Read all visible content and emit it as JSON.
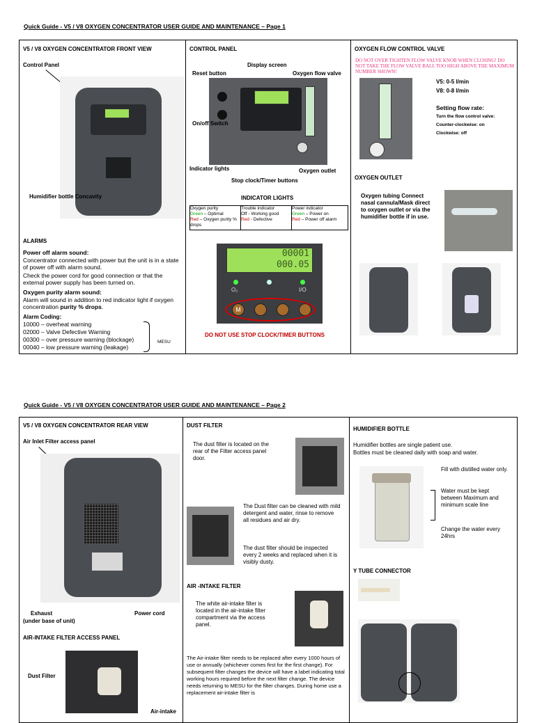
{
  "page1": {
    "header": "Quick Guide - V5 / V8 OXYGEN CONCENTRATOR USER GUIDE AND MAINTENANCE – Page 1",
    "front": {
      "title": "V5 / V8 OXYGEN CONCENTRATOR FRONT VIEW",
      "control_panel": "Control Panel",
      "humidifier": "Humidifier bottle Concavity",
      "alarms_title": "ALARMS",
      "power_off_title": "Power off alarm sound:",
      "power_off_text": "Concentrator connected with power but the unit is in a state of power off with alarm sound.",
      "power_off_text2": "Check the power cord for good connection or that the external power supply has been turned on.",
      "purity_title": "Oxygen purity alarm sound:",
      "purity_text_a": "Alarm will sound in addition to red indicator light if oxygen concentration ",
      "purity_text_b": "purity % drops",
      "purity_text_c": ".",
      "coding_title": "Alarm Coding:",
      "codes": [
        "10000 – overheat warning",
        "02000 – Valve Defective Warning",
        "00300 – over pressure warning (blockage)",
        "00040 – low pressure warning (leakage)"
      ],
      "mesu": "MESU"
    },
    "control": {
      "title": "CONTROL PANEL",
      "display_screen": "Display screen",
      "reset_button": "Reset button",
      "flow_valve": "Oxygen flow valve",
      "onoff": "On/off Switch",
      "indicator_lights": "Indicator lights",
      "oxygen_outlet": "Oxygen outlet",
      "stop_clock": "Stop clock/Timer buttons",
      "ind_title": "INDICATOR LIGHTS",
      "col1_title": "Oxygen purity",
      "col1_green": "Green",
      "col1_green_txt": " – Optimal",
      "col1_red": "Red",
      "col1_red_txt": " – Oxygen purity % drops",
      "col2_title": "Trouble indicator",
      "col2_off": "Off - Working good",
      "col2_red": "Red",
      "col2_red_txt": " - Defective",
      "col3_title": "Power indicator",
      "col3_green": "Green",
      "col3_green_txt": " – Power on",
      "col3_red": "Red",
      "col3_red_txt": " – Power off alarm",
      "lcd1": "00001",
      "lcd2": "000.05",
      "o2": "O₂",
      "io": "I/O",
      "btn_m": "M",
      "do_not": "DO NOT USE STOP CLOCK/TIMER BUTTONS"
    },
    "flow": {
      "title": "OXYGEN FLOW CONTROL VALVE",
      "warn": "DO NOT OVER TIGHTEN FLOW VALVE KNOB WHEN CLOSING! DO NOT TAKE THE FLOW VALVE BALL TOO HIGH ABOVE THE MAXIMUM NUMBER SHOWN!",
      "v5": "V5: 0-5 l/min",
      "v8": "V8: 0-8 l/min",
      "setting_title": "Setting flow rate:",
      "setting_1": "Turn the flow control valve:",
      "setting_2": "Counter-clockwise: on",
      "setting_3": "Clockwise: off",
      "outlet_title": "OXYGEN OUTLET",
      "outlet_text": "Oxygen tubing Connect nasal cannula/Mask direct to oxygen outlet or via the humidifier bottle if in use."
    }
  },
  "page2": {
    "header": "Quick Guide - V5 / V8 OXYGEN CONCENTRATOR USER GUIDE AND MAINTENANCE – Page 2",
    "rear": {
      "title": "V5 / V8 OXYGEN CONCENTRATOR REAR VIEW",
      "air_inlet": "Air Inlet Filter access panel",
      "exhaust": "Exhaust",
      "exhaust2": "(under base of unit)",
      "power_cord": "Power cord",
      "access_title": "AIR-INTAKE FILTER ACCESS PANEL",
      "dust_filter": "Dust Filter",
      "air_intake": "Air-intake"
    },
    "dust": {
      "title": "DUST FILTER",
      "p1": "The dust filter is located on the rear of the Filter access panel door.",
      "p2": "The Dust filter can be cleaned with mild detergent and water, rinse to remove all residues and air dry.",
      "p3": "The dust filter should be inspected every 2 weeks and replaced when it is visibly dusty.",
      "air_title": "AIR -INTAKE FILTER",
      "p4": "The white air-intake filter is located in the air-intake filter compartment via the access panel.",
      "p5": "The Air-intake filter needs to be replaced after every 1000 hours of use or annually (whichever comes first for the first change). For subsequent filter changes the device will have a label indicating total working hours required before the next filter change. The device needs returning to MESU for the filter changes. During home use a replacement air-intake filter is"
    },
    "humid": {
      "title": "HUMIDIFIER BOTTLE",
      "p1": "Humidifier bottles are single patient use.",
      "p2": "Bottles must be cleaned daily with soap and water.",
      "fill": "Fill with distilled water only.",
      "water": "Water must be kept between Maximum and minimum scale line",
      "change": "Change the water every 24hrs",
      "y_title": "Y TUBE CONNECTOR"
    }
  }
}
